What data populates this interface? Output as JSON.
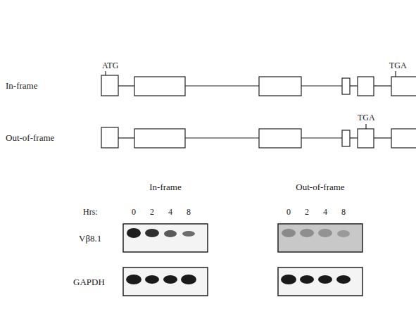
{
  "diagram": {
    "labels": [
      "ATG",
      "TGA",
      "In-frame",
      "TGA",
      "Out-of-frame",
      "In-frame",
      "Out-of-frame",
      "Hrs:",
      "0",
      "2",
      "4",
      "8",
      "0",
      "2",
      "4",
      "8",
      "Vβ8.1",
      "GAPDH"
    ]
  }
}
